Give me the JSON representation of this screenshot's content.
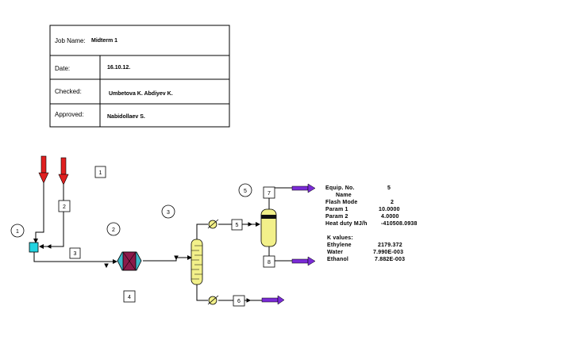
{
  "title_block": {
    "job_name_label": "Job Name:",
    "job_name_value": "Midterm 1",
    "date_label": "Date:",
    "date_value": "16.10.12.",
    "checked_label": "Checked:",
    "checked_value": "Umbetova K. Abdiyev K.",
    "approved_label": "Approved:",
    "approved_value": "Nabidollaev S."
  },
  "stream_labels": [
    "1",
    "2",
    "3",
    "4",
    "5",
    "6",
    "7",
    "8"
  ],
  "unit_labels": [
    "1",
    "2",
    "3",
    "5"
  ],
  "equipment_table": {
    "rows": [
      {
        "label": "Equip. No.",
        "value": "5"
      },
      {
        "label": "Name",
        "value": ""
      },
      {
        "label": "Flash Mode",
        "value": "2"
      },
      {
        "label": "Param 1",
        "value": "10.0000"
      },
      {
        "label": "Param 2",
        "value": "4.0000"
      },
      {
        "label": "Heat duty MJ/h",
        "value": "-410508.0938"
      }
    ]
  },
  "k_values": {
    "title": "K values:",
    "rows": [
      {
        "component": "Ethylene",
        "value": "2179.372"
      },
      {
        "component": "Water",
        "value": "7.990E-003"
      },
      {
        "component": "Ethanol",
        "value": "7.882E-003"
      }
    ]
  },
  "colors": {
    "feed_arrow": "#e02020",
    "product_arrow": "#7a2bd6",
    "mixer": "#22d3e0",
    "reactor": "#8b1a4a",
    "reactor_caps": "#3fb8c8",
    "column": "#f2f08a",
    "heat_exchanger": "#f2f08a"
  }
}
